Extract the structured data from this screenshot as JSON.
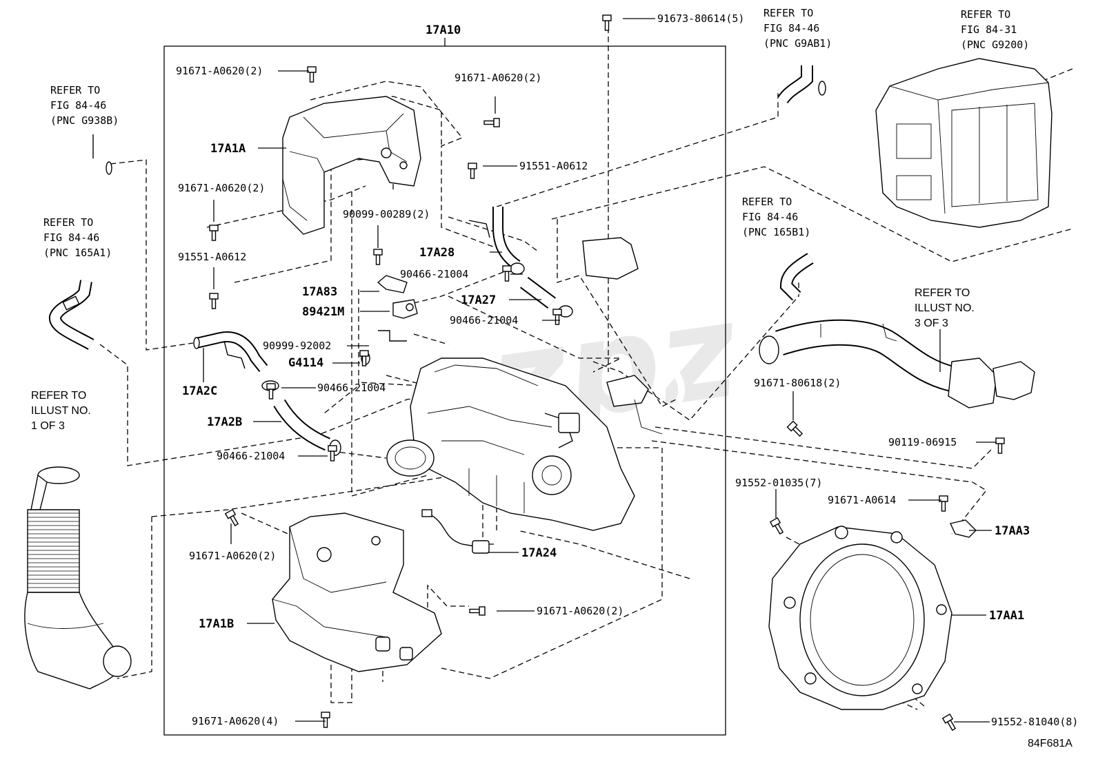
{
  "diagram_id": "84F681A",
  "watermark": "ezpz",
  "group_label": "17A10",
  "callouts": {
    "bolt_top_right": "91673-80614(5)",
    "bolt_a0620_top": "91671-A0620(2)",
    "bolt_a0620_mid": "91671-A0620(2)",
    "bolt_a0620_left": "91671-A0620(2)",
    "bolt_a0612_right": "91551-A0612",
    "bolt_a0612_left": "91551-A0612",
    "p17A1A": "17A1A",
    "p90099": "90099-00289(2)",
    "p17A28": "17A28",
    "clamp_1": "90466-21004",
    "p17A83": "17A83",
    "p17A27": "17A27",
    "p89421M": "89421M",
    "clamp_2": "90466-21004",
    "p90999": "90999-92002",
    "pG4114": "G4114",
    "p17A2C": "17A2C",
    "clamp_3": "90466-21004",
    "p17A2B": "17A2B",
    "clamp_4": "90466-21004",
    "bolt_a0620_lower": "91671-A0620(2)",
    "p17A24": "17A24",
    "bolt_a0620_front": "91671-A0620(2)",
    "p17A1B": "17A1B",
    "bolt_a0620_bottom": "91671-A0620(4)",
    "bolt_80618": "91671-80618(2)",
    "bolt_06915": "90119-06915",
    "bolt_01035": "91552-01035(7)",
    "bolt_a0614": "91671-A0614",
    "p17AA3": "17AA3",
    "p17AA1": "17AA1",
    "bolt_81040": "91552-81040(8)"
  },
  "refs": {
    "g938b": [
      "REFER TO",
      "FIG 84-46",
      "(PNC G938B)"
    ],
    "r165a1": [
      "REFER TO",
      "FIG 84-46",
      "(PNC 165A1)"
    ],
    "g9ab1": [
      "REFER TO",
      "FIG 84-46",
      "(PNC G9AB1)"
    ],
    "g9200": [
      "REFER TO",
      "FIG 84-31",
      "(PNC G9200)"
    ],
    "r165b1": [
      "REFER TO",
      "FIG 84-46",
      "(PNC 165B1)"
    ],
    "illust1": [
      "REFER TO",
      "ILLUST NO.",
      "1 OF 3"
    ],
    "illust3": [
      "REFER TO",
      "ILLUST NO.",
      "3 OF 3"
    ]
  }
}
